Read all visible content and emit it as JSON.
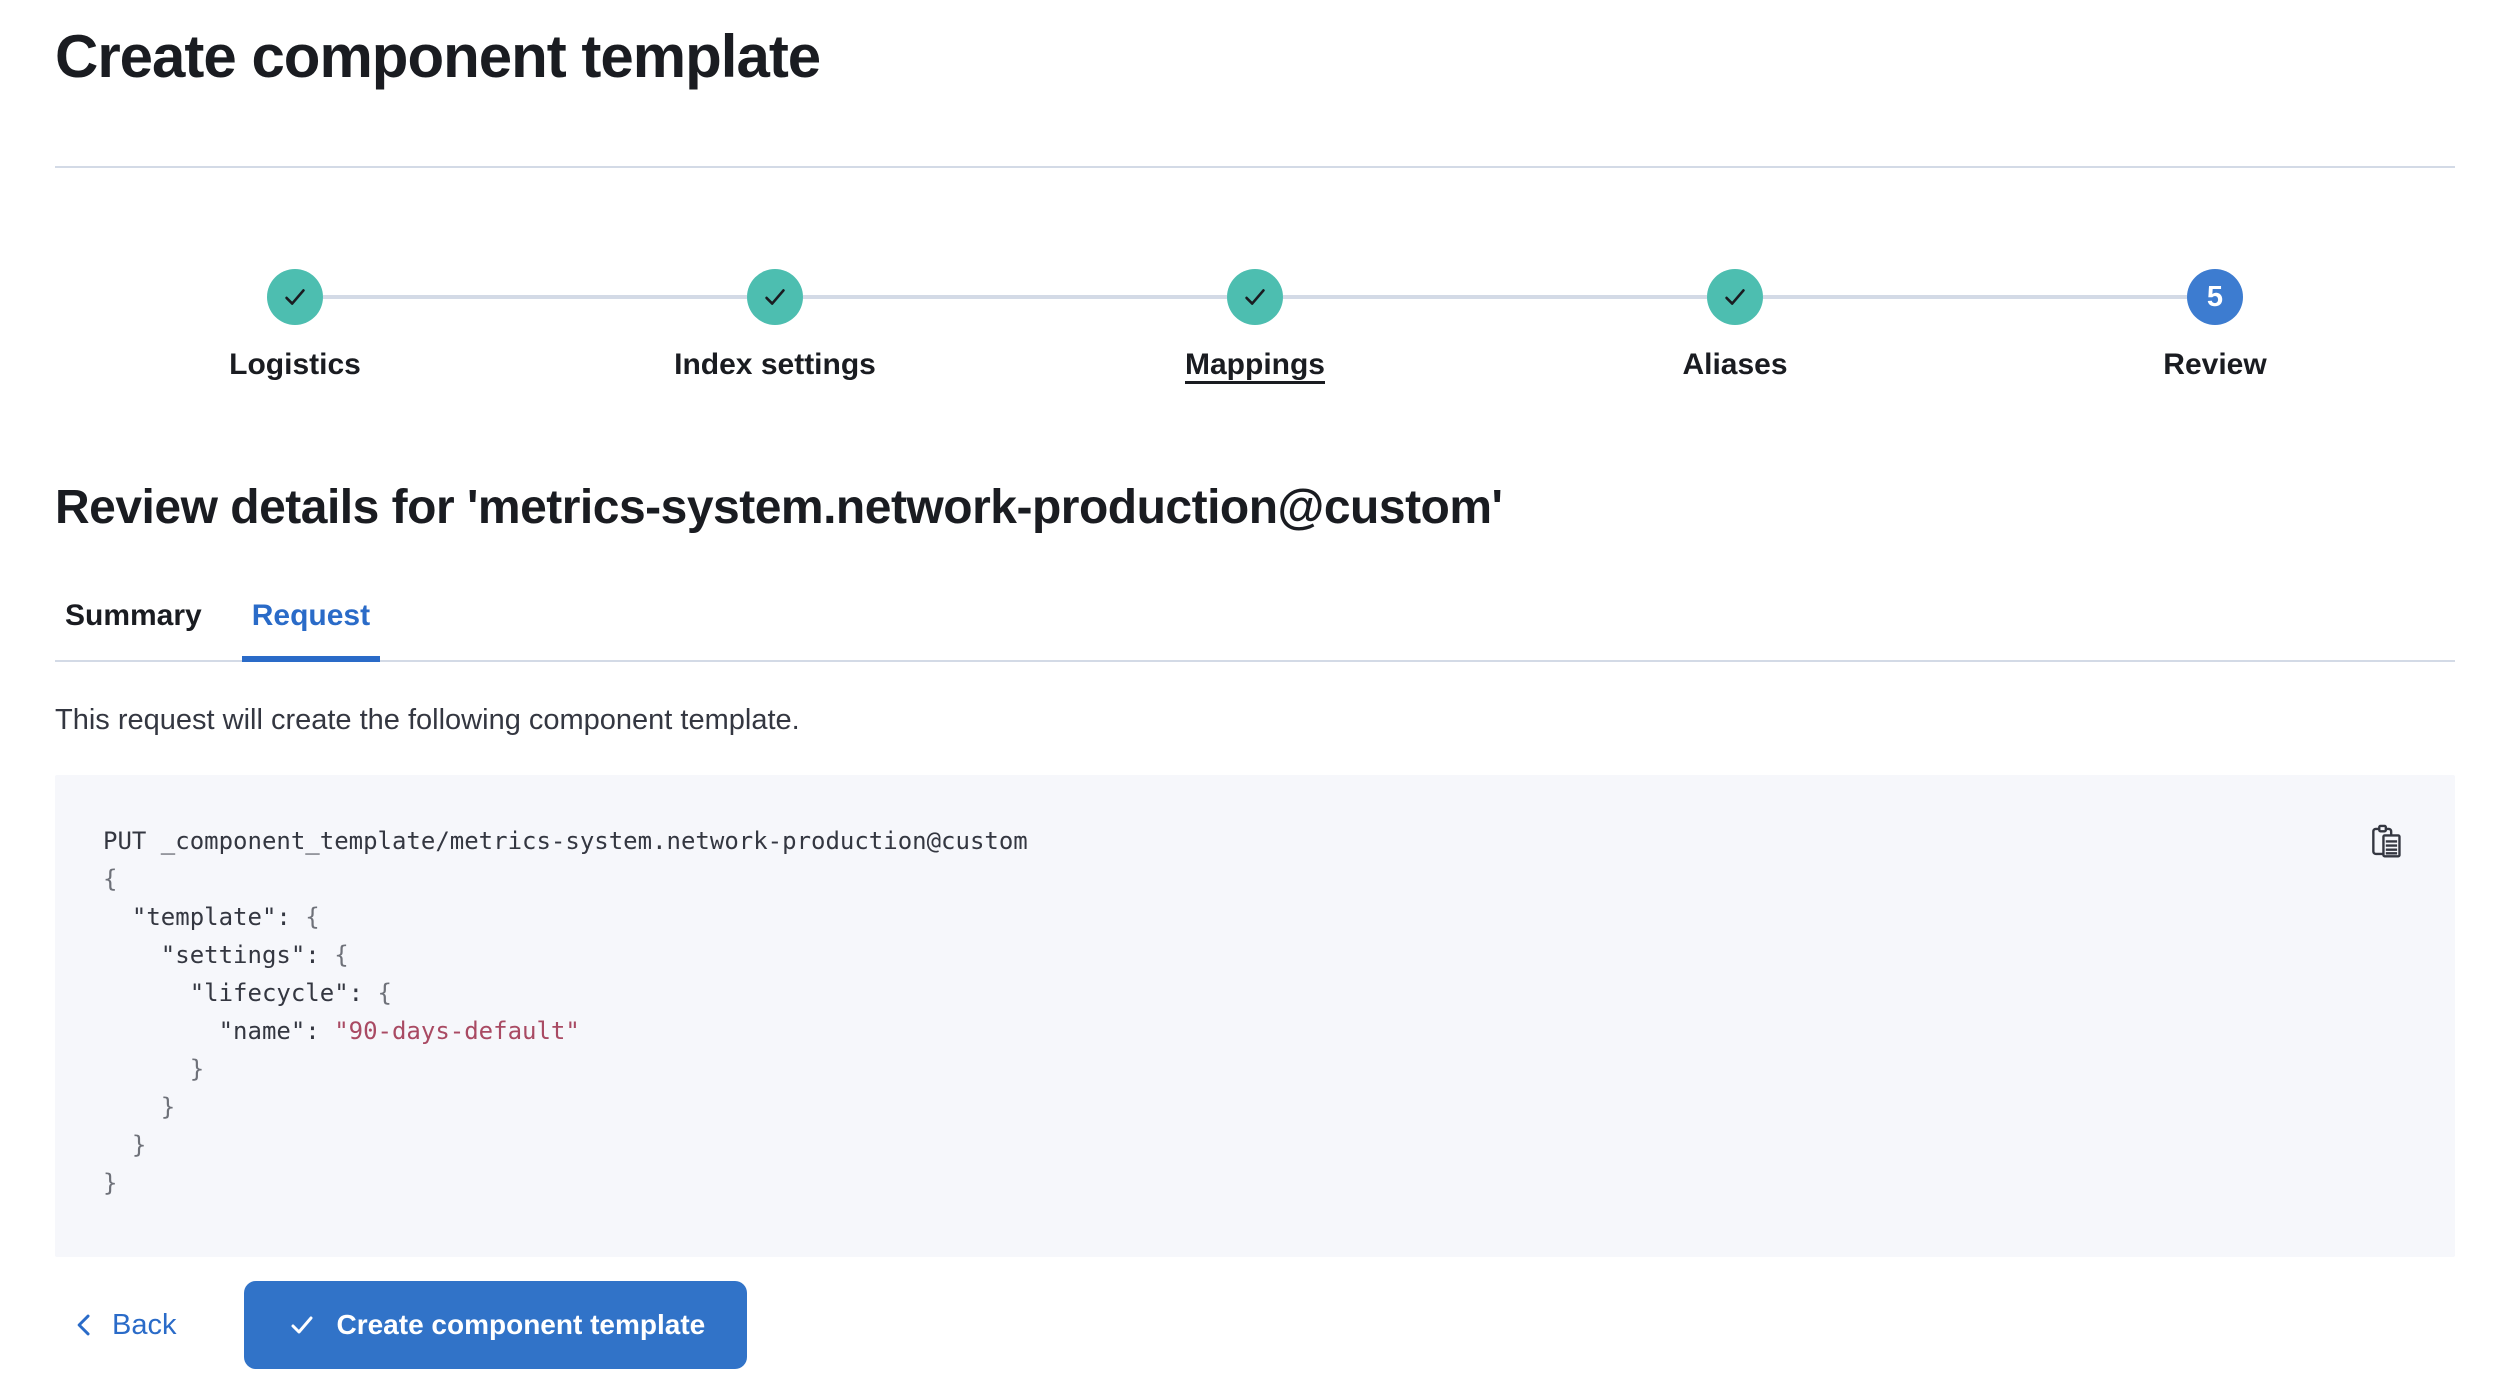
{
  "app": {
    "title": "Create component template"
  },
  "stepper": {
    "steps": [
      {
        "label": "Logistics",
        "status": "complete",
        "underlined": false
      },
      {
        "label": "Index settings",
        "status": "complete",
        "underlined": false
      },
      {
        "label": "Mappings",
        "status": "complete",
        "underlined": true
      },
      {
        "label": "Aliases",
        "status": "complete",
        "underlined": false
      },
      {
        "label": "Review",
        "status": "current",
        "underlined": false,
        "number": "5"
      }
    ]
  },
  "review": {
    "heading": "Review details for 'metrics-system.network-production@custom'",
    "tabs": [
      {
        "label": "Summary",
        "active": false
      },
      {
        "label": "Request",
        "active": true
      }
    ],
    "description": "This request will create the following component template."
  },
  "code_block": {
    "copy_icon": "copy-clipboard-icon",
    "lines": [
      [
        {
          "t": "PUT _component_template/metrics-system.network-production@custom",
          "k": "plain"
        }
      ],
      [
        {
          "t": "{",
          "k": "punct"
        }
      ],
      [
        {
          "t": "  \"template\": ",
          "k": "plain"
        },
        {
          "t": "{",
          "k": "punct"
        }
      ],
      [
        {
          "t": "    \"settings\": ",
          "k": "plain"
        },
        {
          "t": "{",
          "k": "punct"
        }
      ],
      [
        {
          "t": "      \"lifecycle\": ",
          "k": "plain"
        },
        {
          "t": "{",
          "k": "punct"
        }
      ],
      [
        {
          "t": "        \"name\": ",
          "k": "plain"
        },
        {
          "t": "\"90-days-default\"",
          "k": "string"
        }
      ],
      [
        {
          "t": "      }",
          "k": "punct"
        }
      ],
      [
        {
          "t": "    }",
          "k": "punct"
        }
      ],
      [
        {
          "t": "  }",
          "k": "punct"
        }
      ],
      [
        {
          "t": "}",
          "k": "punct"
        }
      ]
    ]
  },
  "footer": {
    "back_label": "Back",
    "create_label": "Create component template"
  },
  "colors": {
    "accent_blue": "#2a6bc8",
    "button_blue": "#3173c8",
    "current_step_blue": "#3d7cd0",
    "complete_teal": "#4dbeb0",
    "divider": "#d3dae6",
    "text_dark": "#1a1c21",
    "text_body": "#343741",
    "code_bg": "#f6f7fb",
    "code_string": "#a94a63",
    "code_punct": "#6e7179"
  }
}
